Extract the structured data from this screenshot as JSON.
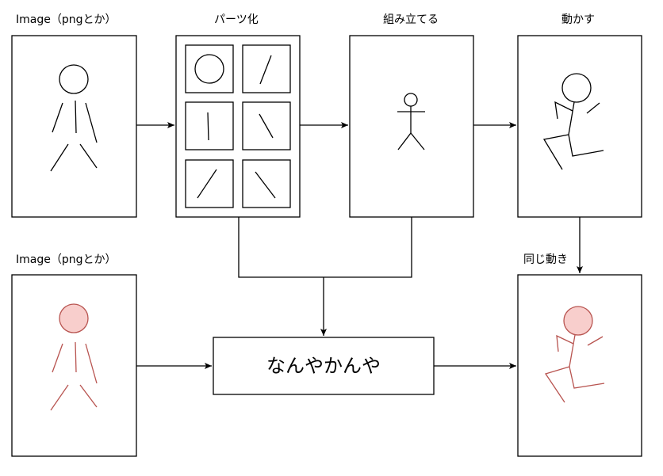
{
  "labels": {
    "image_top": "Image（pngとか）",
    "parts": "パーツ化",
    "assemble": "組み立てる",
    "move": "動かす",
    "image_bottom": "Image（pngとか）",
    "same_motion": "同じ動き"
  },
  "process_box": {
    "text": "なんやかんや"
  },
  "colors": {
    "stroke": "#000000",
    "red_stroke": "#b85450",
    "red_fill": "#f8cecc",
    "background": "#ffffff"
  }
}
